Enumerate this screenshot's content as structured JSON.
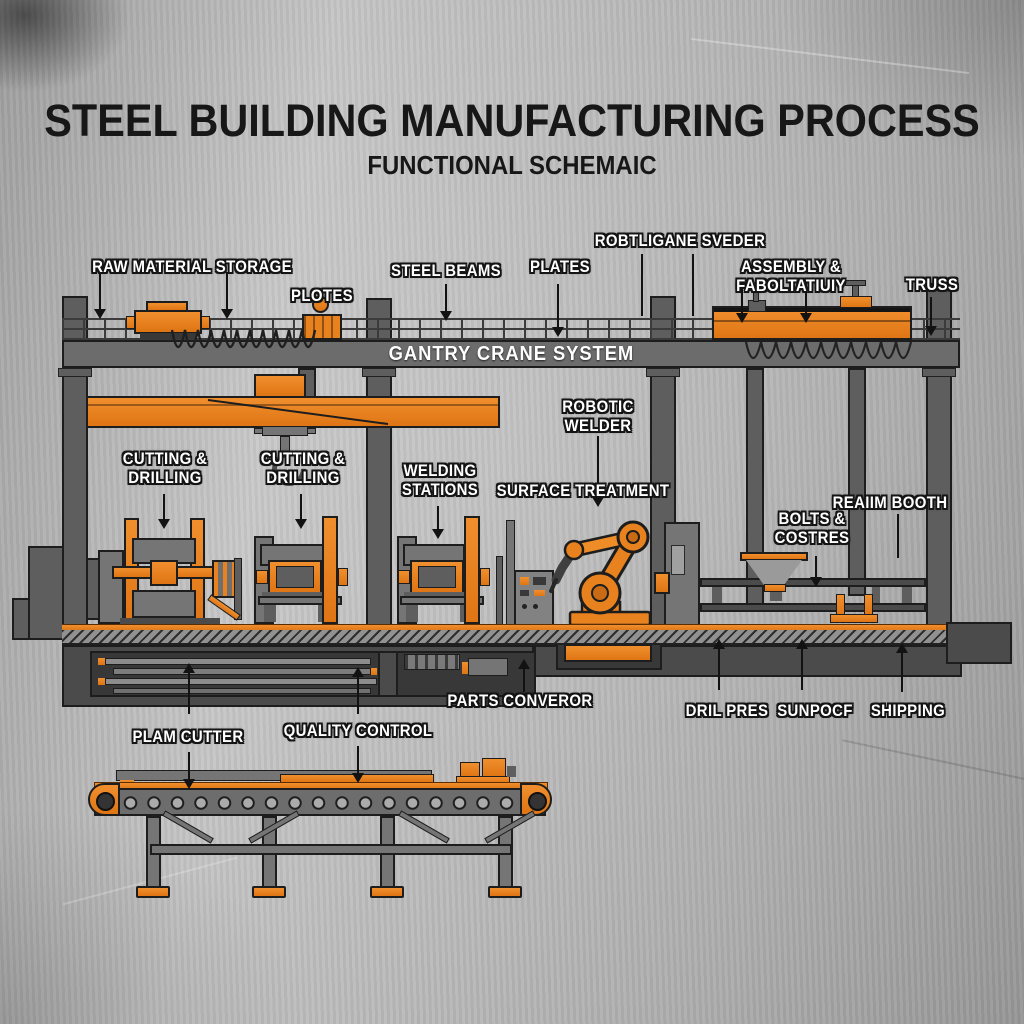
{
  "title": {
    "main": "STEEL BUILDING MANUFACTURING PROCESS",
    "subtitle": "FUNCTIONAL SCHEMAIC"
  },
  "colors": {
    "accent_orange": "#E8821E",
    "machine_gray": "#757575",
    "floor_gray": "#4B4B4B",
    "outline_black": "#1D1D1D",
    "background_metal": "#B0B0B0",
    "label_text": "#FFFFFF",
    "title_text": "#171717"
  },
  "labels": {
    "raw_material_storage": "RAW MATERIAL STORAGE",
    "plotes": "PLOTES",
    "steel_beams": "STEEL BEAMS",
    "plates": "PLATES",
    "robtligane_sveder": "ROBTLIGANE SVEDER",
    "assembly_fabrication": "ASSEMBLY & FABOLTATIUIY",
    "truss": "TRUSS",
    "gantry_crane_system": "GANTRY CRANE SYSTEM",
    "cutting_drilling_1": "CUTTING &\nDRILLING",
    "cutting_drilling_2": "CUTTING &\nDRILLING",
    "welding_stations": "WELDING\nSTATIONS",
    "robotic_welder": "ROBOTIC\nWELDER",
    "surface_treatment": "SURFACE TREATMENT",
    "bolts_costres": "BOLTS &\nCOSTRES",
    "reaiim_booth": "REAIIM BOOTH",
    "parts_converor": "PARTS CONVEROR",
    "plam_cutter": "PLAM CUTTER",
    "quality_control": "QUALITY CONTROL",
    "dril_pres": "DRIL PRES",
    "sunpocf": "SUNPOCF",
    "shipping": "SHIPPING"
  }
}
